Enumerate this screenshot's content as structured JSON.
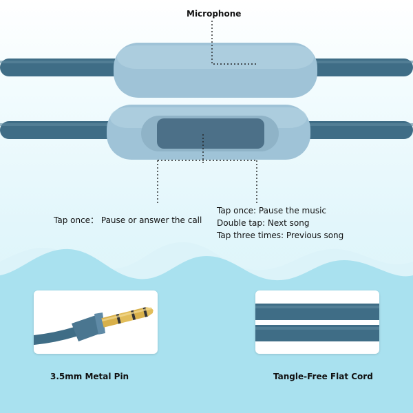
{
  "labels": {
    "microphone": "Microphone",
    "tap_once_call": "Tap once： Pause or answer the call",
    "controls": [
      "Tap once: Pause the music",
      "Double tap: Next song",
      "Tap three times: Previous song"
    ],
    "metal_pin": "3.5mm Metal Pin",
    "flat_cord": "Tangle-Free Flat Cord"
  },
  "colors": {
    "cable": "#3f6d86",
    "module": "#9fc3d7",
    "button": "#4c7088",
    "wave_light": "#dff4fa",
    "wave_dark": "#a8e0ee",
    "plug_gold": "#d8b04a"
  }
}
